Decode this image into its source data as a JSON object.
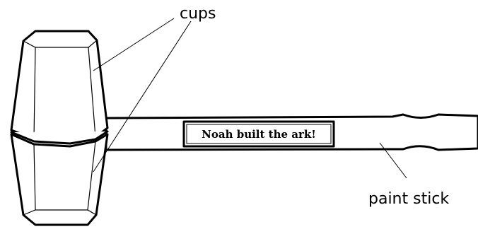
{
  "labels": {
    "cups": "cups",
    "paint_stick": "paint stick",
    "sign": "Noah built the ark!"
  }
}
